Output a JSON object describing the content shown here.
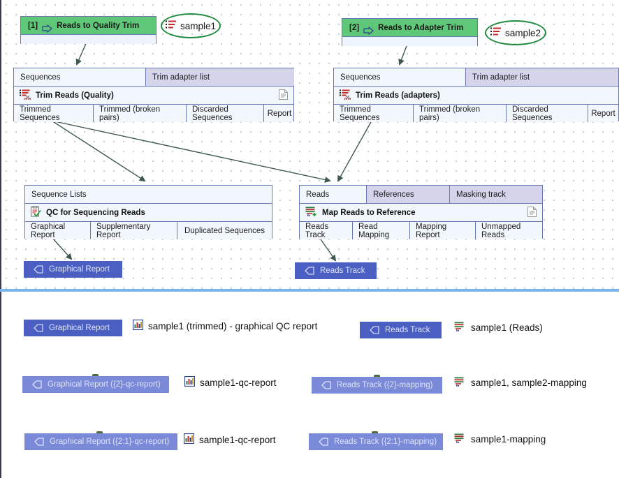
{
  "canvas": {
    "input_nodes": [
      {
        "index": "[1]",
        "label": "Reads to Quality Trim",
        "icon": "arrow-right-outline-icon"
      },
      {
        "index": "[2]",
        "label": "Reads to Adapter Trim",
        "icon": "arrow-right-outline-icon"
      }
    ],
    "annotations": [
      {
        "label": "sample1",
        "icon": "sequence-list-icon",
        "color": "#1f8a3d"
      },
      {
        "label": "sample2",
        "icon": "sequence-list-icon",
        "color": "#1f8a3d"
      }
    ],
    "process_nodes": [
      {
        "title": "Trim Reads (Quality)",
        "icon": "trim-reads-icon",
        "has_report_icon": true,
        "inputs": [
          {
            "label": "Sequences",
            "connected": true
          },
          {
            "label": "Trim adapter list",
            "connected": false
          }
        ],
        "outputs": [
          "Trimmed Sequences",
          "Trimmed (broken pairs)",
          "Discarded Sequences",
          "Report"
        ]
      },
      {
        "title": "Trim Reads (adapters)",
        "icon": "trim-reads-icon",
        "has_report_icon": false,
        "inputs": [
          {
            "label": "Sequences",
            "connected": true
          },
          {
            "label": "Trim adapter list",
            "connected": false
          }
        ],
        "outputs": [
          "Trimmed Sequences",
          "Trimmed (broken pairs)",
          "Discarded Sequences",
          "Report"
        ]
      },
      {
        "title": "QC for Sequencing Reads",
        "icon": "qc-clipboard-icon",
        "has_report_icon": false,
        "inputs": [
          {
            "label": "Sequence Lists",
            "connected": true
          }
        ],
        "outputs": [
          "Graphical Report",
          "Supplementary Report",
          "Duplicated Sequences"
        ]
      },
      {
        "title": "Map Reads to Reference",
        "icon": "map-reads-icon",
        "has_report_icon": true,
        "inputs": [
          {
            "label": "Reads",
            "connected": true
          },
          {
            "label": "References",
            "connected": false
          },
          {
            "label": "Masking track",
            "connected": false
          }
        ],
        "outputs": [
          "Reads Track",
          "Read Mapping",
          "Mapping Report",
          "Unmapped Reads"
        ]
      }
    ],
    "output_nodes": [
      {
        "label": "Graphical Report",
        "icon": "output-pentagon-icon"
      },
      {
        "label": "Reads Track",
        "icon": "output-pentagon-icon"
      }
    ]
  },
  "results": {
    "rows": [
      {
        "left_node": "Graphical Report",
        "left_result_icon": "graphical-report-icon",
        "left_result": "sample1 (trimmed) - graphical QC report",
        "right_node": "Reads Track",
        "right_result_icon": "reads-track-icon",
        "right_result": "sample1 (Reads)"
      },
      {
        "left_node": "Graphical Report ({2}-qc-report)",
        "left_result_icon": "graphical-report-icon",
        "left_result": "sample1-qc-report",
        "right_node": "Reads Track ({2}-mapping)",
        "right_result_icon": "reads-track-icon",
        "right_result": "sample1, sample2-mapping"
      },
      {
        "left_node": "Graphical Report ({2:1}-qc-report)",
        "left_result_icon": "graphical-report-icon",
        "left_result": "sample1-qc-report",
        "right_node": "Reads Track ({2:1}-mapping)",
        "right_result_icon": "reads-track-icon",
        "right_result": "sample1-mapping"
      }
    ]
  },
  "colors": {
    "input_node_header": "#5fc878",
    "output_node": "#4a5fc1",
    "output_node_light": "#7b8ad8",
    "port_fill": "#d5d4ea",
    "node_border": "#6a77b5",
    "annotation_stroke": "#1f8a3d",
    "divider": "#7cb4ef"
  }
}
